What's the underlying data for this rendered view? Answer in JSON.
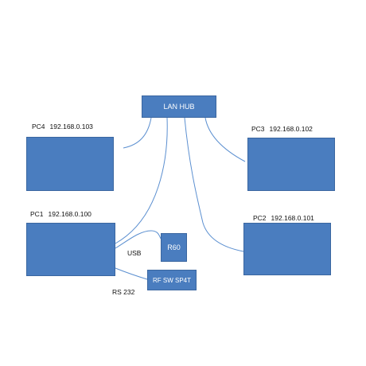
{
  "colors": {
    "box_fill": "#4a7dbf",
    "box_border": "#3a66a0",
    "connector": "#5b8fd0",
    "box_text": "#ffffff",
    "label_text": "#111111"
  },
  "hub": {
    "label": "LAN HUB"
  },
  "pcs": {
    "pc1": {
      "name": "PC1",
      "ip": "192.168.0.100"
    },
    "pc2": {
      "name": "PC2",
      "ip": "192.168.0.101"
    },
    "pc3": {
      "name": "PC3",
      "ip": "192.168.0.102"
    },
    "pc4": {
      "name": "PC4",
      "ip": "192.168.0.103"
    }
  },
  "devices": {
    "r60": {
      "label": "R60"
    },
    "rf_switch": {
      "label": "RF SW SP4T"
    }
  },
  "links": {
    "usb": "USB",
    "rs232": "RS 232"
  }
}
